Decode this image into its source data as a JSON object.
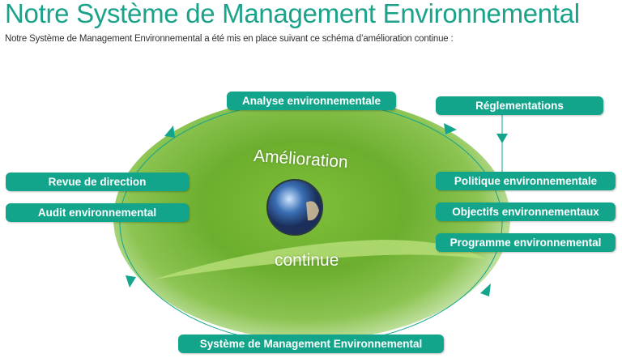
{
  "title": "Notre Système de Management Environnemental",
  "subtitle": "Notre Système de Management Environnemental a été mis en place suivant ce schéma d’amélioration continue :",
  "center": {
    "top": "Amélioration",
    "bottom": "continue"
  },
  "boxes": {
    "analyse": "Analyse environnementale",
    "reglementations": "Réglementations",
    "revue": "Revue de direction",
    "audit": "Audit environnemental",
    "politique": "Politique environnementale",
    "objectifs": "Objectifs environnementaux",
    "programme": "Programme environnemental",
    "sme": "Système de Management Environnemental"
  },
  "colors": {
    "accent": "#12a58c",
    "green": "#6cae2e"
  }
}
